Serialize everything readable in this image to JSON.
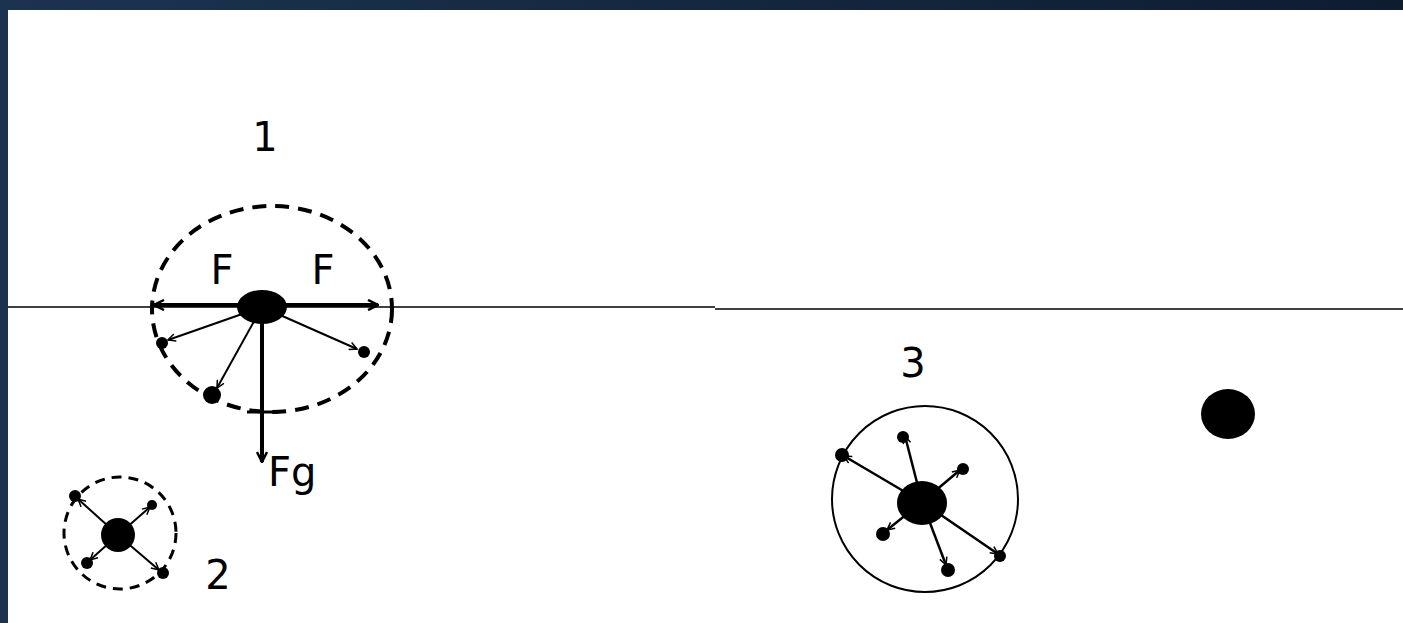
{
  "diagram": {
    "labels": [
      "1",
      "F",
      "F",
      "Fg",
      "2",
      "3"
    ]
  }
}
